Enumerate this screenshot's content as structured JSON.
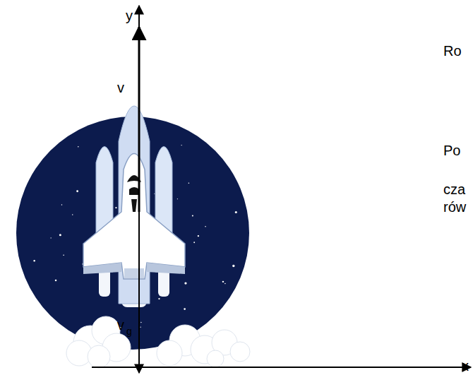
{
  "diagram": {
    "labels": [
      "y",
      "v",
      "v",
      "g",
      "x",
      "Ro",
      "Po",
      "cza",
      "rów"
    ]
  }
}
